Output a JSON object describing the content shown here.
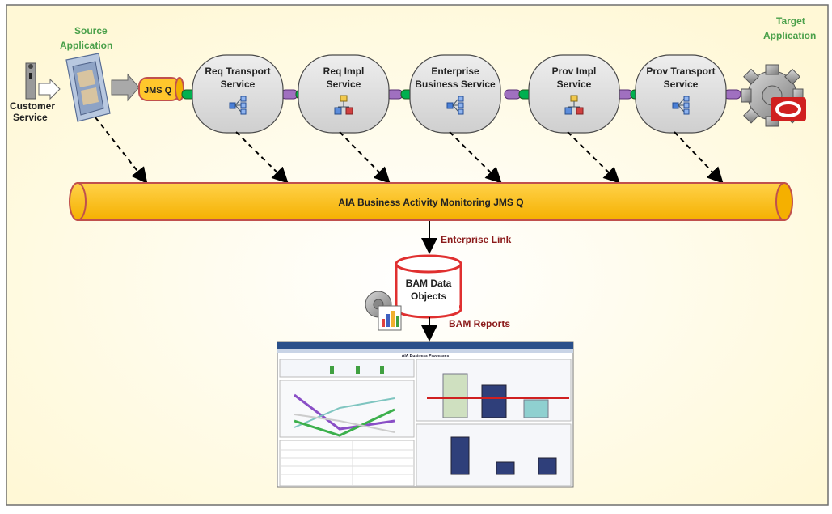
{
  "customer": {
    "line1": "Customer",
    "line2": "Service"
  },
  "source_app": {
    "line1": "Source",
    "line2": "Application"
  },
  "target_app": {
    "line1": "Target",
    "line2": "Application"
  },
  "jms_q": "JMS Q",
  "services": [
    {
      "line1": "Req Transport",
      "line2": "Service",
      "icon": "service-tree-icon"
    },
    {
      "line1": "Req Impl",
      "line2": "Service",
      "icon": "service-impl-icon"
    },
    {
      "line1": "Enterprise",
      "line2": "Business Service",
      "icon": "service-tree-icon"
    },
    {
      "line1": "Prov Impl",
      "line2": "Service",
      "icon": "service-impl-icon"
    },
    {
      "line1": "Prov Transport",
      "line2": "Service",
      "icon": "service-tree-icon"
    }
  ],
  "bam_queue": "AIA Business Activity Monitoring JMS Q",
  "enterprise_link": "Enterprise Link",
  "bam_data": {
    "line1": "BAM Data",
    "line2": "Objects"
  },
  "bam_reports": "BAM Reports",
  "dashboard_title": "AIA Business Processes",
  "colors": {
    "background": "#fffbe0",
    "service_fill": "#d9d9d9",
    "queue_fill": "#ffc72c",
    "queue_border": "#c0504d",
    "connector_green": "#00b050",
    "connector_purple": "#a070c0",
    "label_green": "#4aa04a",
    "label_red": "#8b1a1a",
    "cylinder_red": "#e03030"
  }
}
